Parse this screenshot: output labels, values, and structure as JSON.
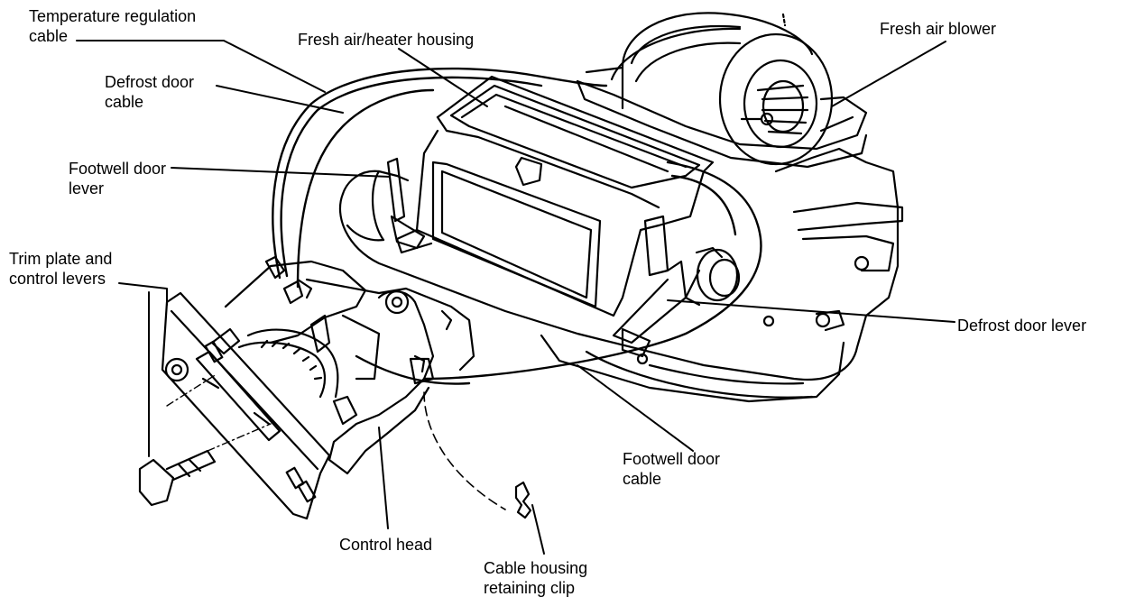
{
  "labels": {
    "temp_cable": [
      "Temperature regulation",
      "cable"
    ],
    "defrost_cable": [
      "Defrost door",
      "cable"
    ],
    "fresh_air_housing": [
      "Fresh air/heater housing"
    ],
    "fresh_air_blower": [
      "Fresh air blower"
    ],
    "footwell_lever": [
      "Footwell door",
      "lever"
    ],
    "trim_plate": [
      "Trim plate and",
      "control levers"
    ],
    "defrost_lever": [
      "Defrost door lever"
    ],
    "footwell_cable": [
      "Footwell door",
      "cable"
    ],
    "control_head": [
      "Control head"
    ],
    "retaining_clip": [
      "Cable housing",
      "retaining clip"
    ]
  }
}
